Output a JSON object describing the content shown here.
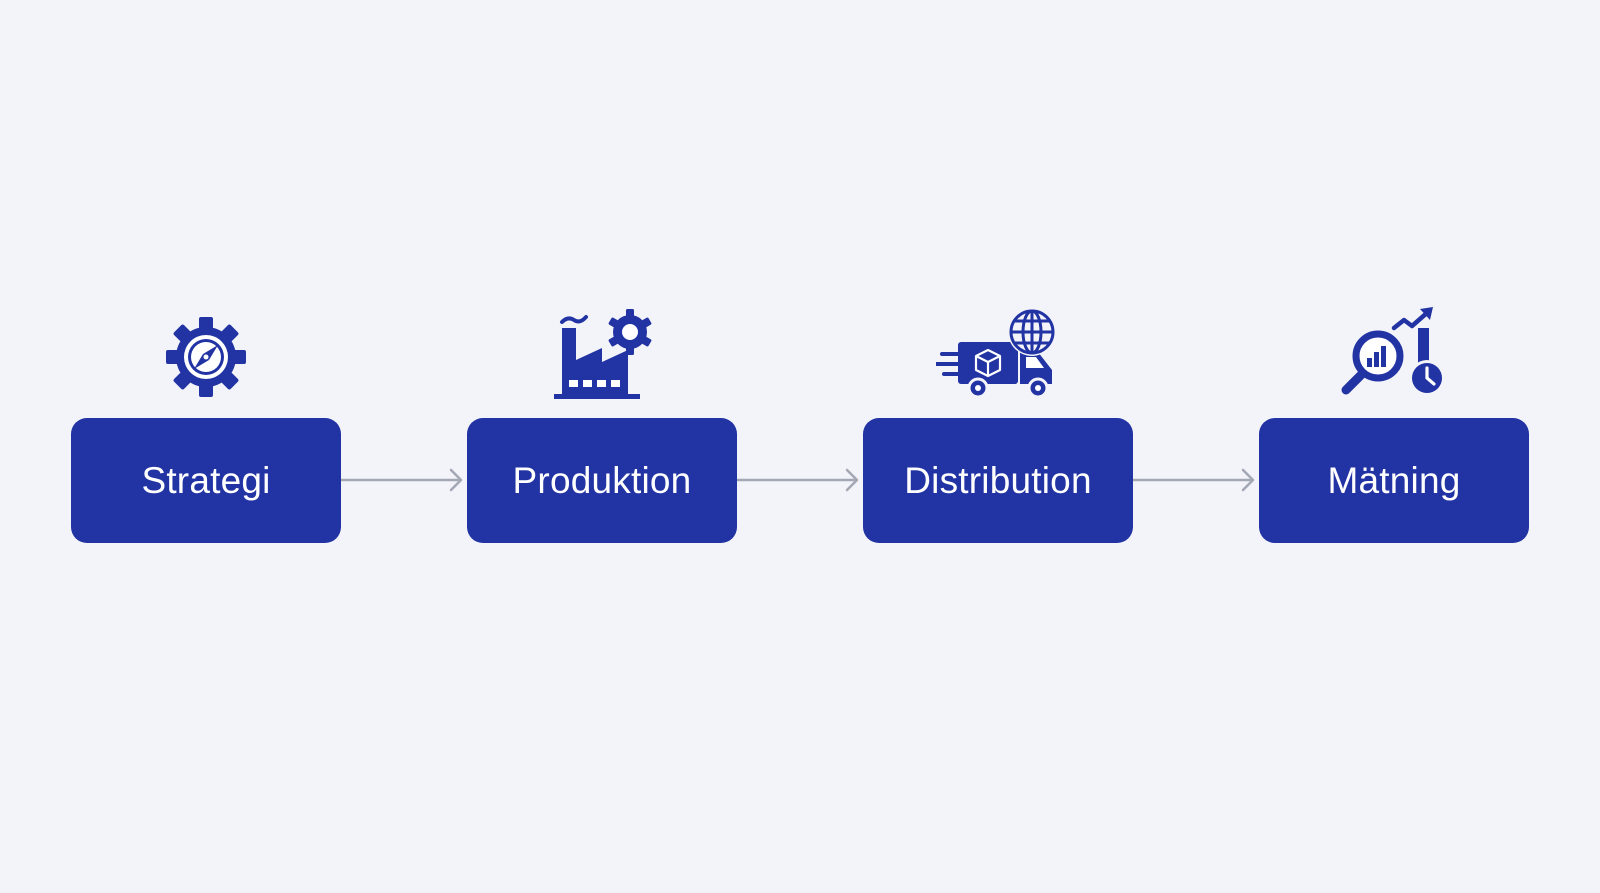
{
  "colors": {
    "background": "#f3f4f9",
    "box": "#2233a4",
    "icon": "#2233a4",
    "connector": "#a3a8b4",
    "label": "#ffffff"
  },
  "flow": {
    "steps": [
      {
        "label": "Strategi",
        "icon": "gear-compass-icon"
      },
      {
        "label": "Produktion",
        "icon": "factory-gear-icon"
      },
      {
        "label": "Distribution",
        "icon": "delivery-truck-globe-icon"
      },
      {
        "label": "Mätning",
        "icon": "analytics-magnifier-clock-icon"
      }
    ]
  }
}
